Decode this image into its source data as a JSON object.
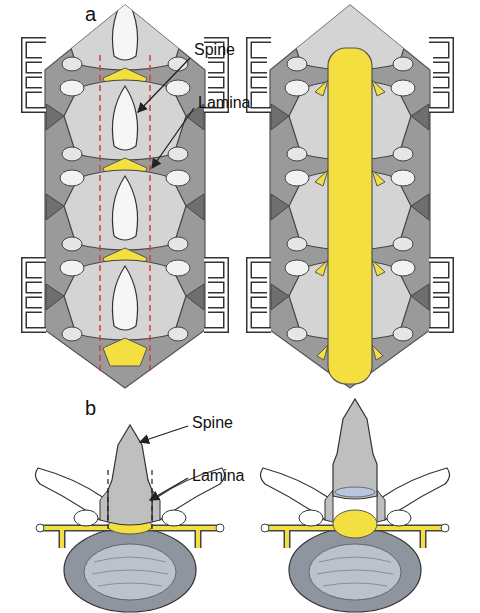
{
  "diagram": {
    "labels": [
      "a",
      "Spine",
      "Lamina",
      "b",
      "Spine",
      "Lamina"
    ]
  }
}
